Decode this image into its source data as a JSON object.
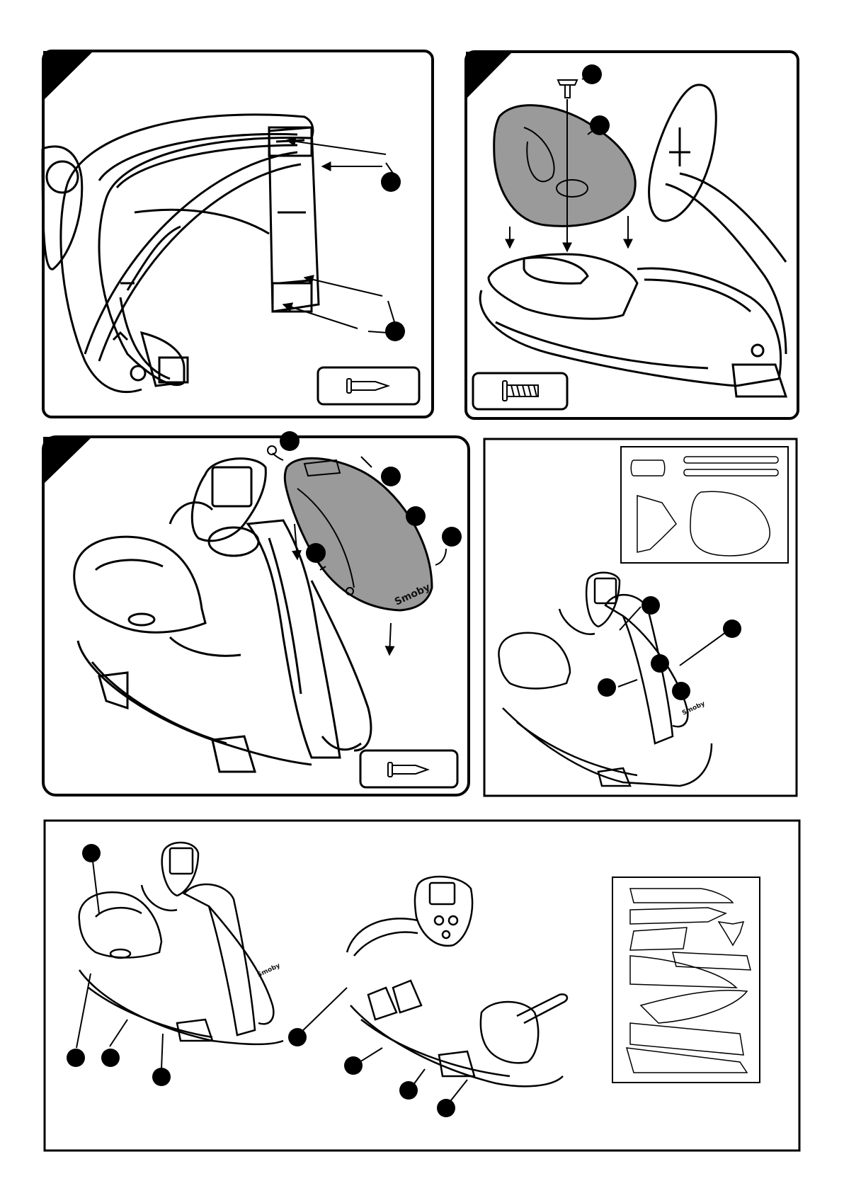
{
  "page": {
    "title": "",
    "colors": {
      "ink": "#000000",
      "fill": "#9a9a9a",
      "paper": "#ffffff"
    }
  },
  "panels": [
    {
      "id": "panel-1",
      "caption": "",
      "fastener": "screw-icon"
    },
    {
      "id": "panel-2",
      "caption": "",
      "fastener": "bolt-icon"
    },
    {
      "id": "panel-3",
      "caption": "",
      "fastener": "screw-icon",
      "brand": "Smoby"
    },
    {
      "id": "panel-4",
      "caption": "",
      "brand": "Smoby"
    },
    {
      "id": "panel-5",
      "caption": "",
      "brand": "Smoby"
    }
  ],
  "sticker_sheets": [
    {
      "panel": "panel-4",
      "stickers": [
        "dashboard-plate",
        "stripe-1",
        "stripe-2",
        "bull-logo",
        "shield-badge"
      ]
    },
    {
      "panel": "panel-5",
      "stickers": [
        "blade-1",
        "blade-2",
        "bull-logo",
        "blade-3",
        "swoosh-1",
        "swoosh-2",
        "swoosh-3",
        "swoosh-4"
      ]
    }
  ]
}
